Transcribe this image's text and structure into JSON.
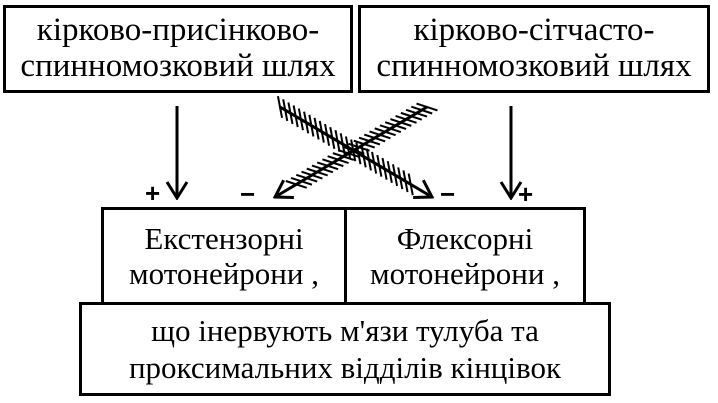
{
  "top_left": {
    "line1": "кірково-присінково-",
    "line2": "спинномозковий шлях"
  },
  "top_right": {
    "line1": "кірково-сітчасто-",
    "line2": "спинномозковий шлях"
  },
  "extensor": {
    "line1": "Екстензорні",
    "line2": "мотонейрони ,"
  },
  "flexor": {
    "line1": "Флексорні",
    "line2": "мотонейрони ,"
  },
  "bottom": {
    "line1": "що інервують м'язи тулуба  та",
    "line2": "проксимальних  відділів кінцівок"
  },
  "signs": {
    "plus": "+",
    "minus": "−"
  }
}
